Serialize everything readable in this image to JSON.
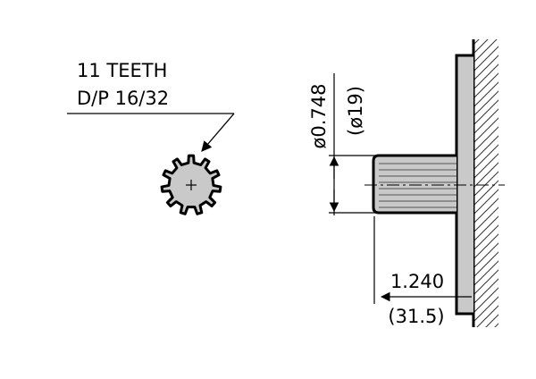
{
  "teeth_label": {
    "line1": "11 TEETH",
    "line2": "D/P 16/32"
  },
  "spline": {
    "tooth_count": 11
  },
  "diameter_dim": {
    "inch": "ø0.748",
    "mm": "(ø19)"
  },
  "length_dim": {
    "inch": "1.240",
    "mm": "(31.5)"
  },
  "colors": {
    "part_fill": "#c9c9c9",
    "line": "#000000",
    "background": "#ffffff"
  }
}
